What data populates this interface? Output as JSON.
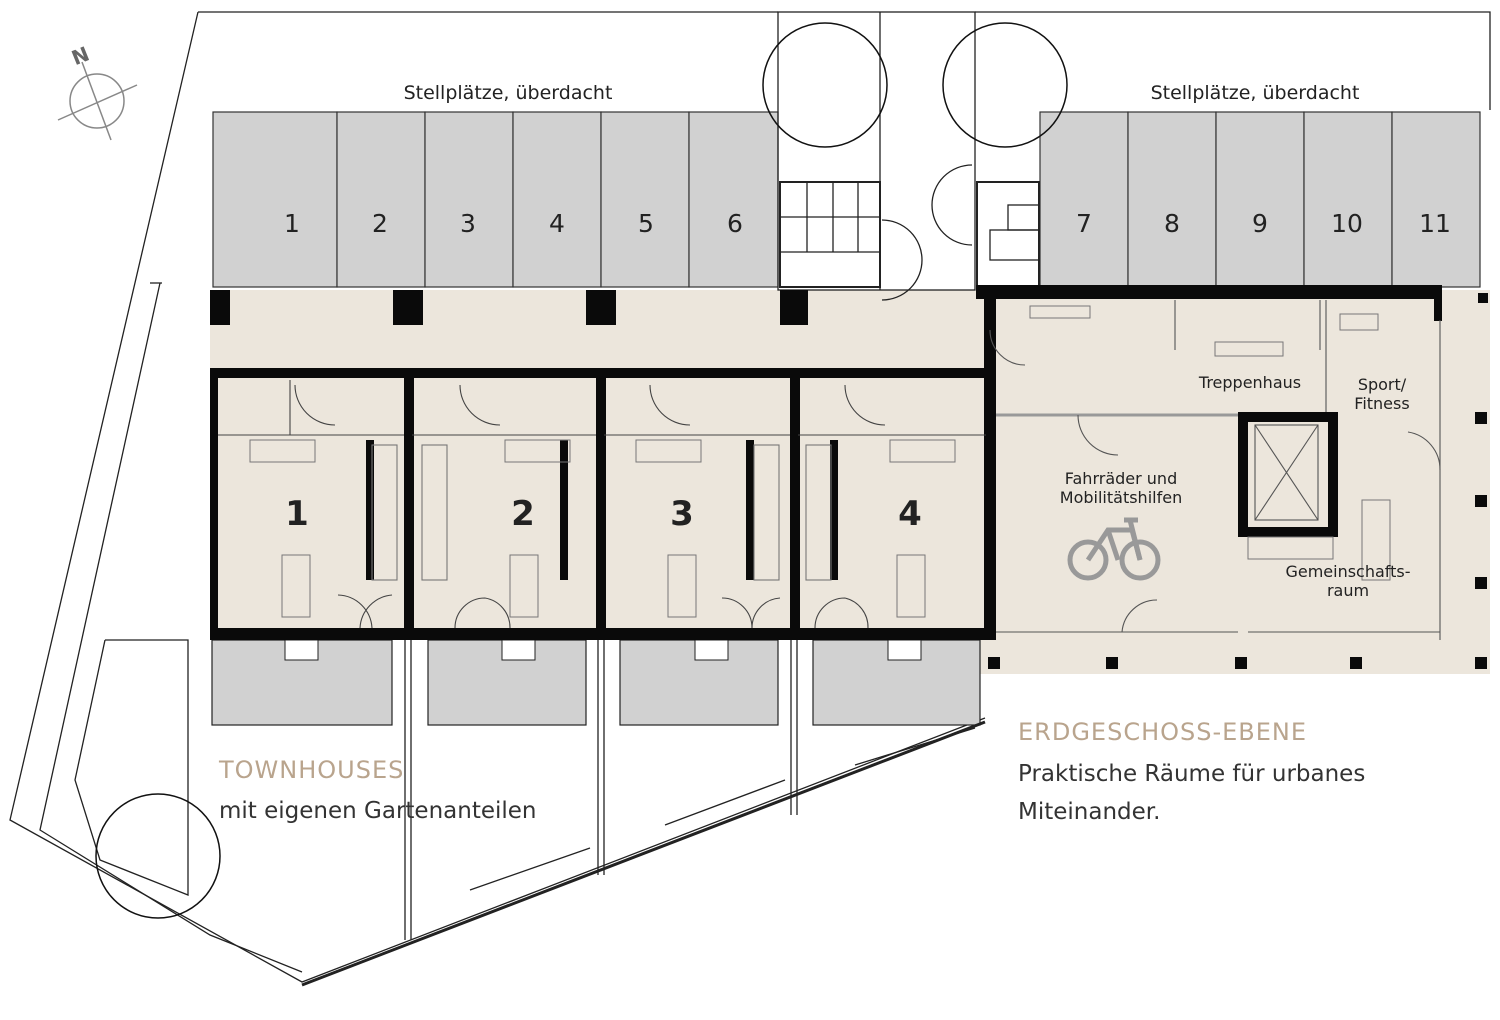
{
  "north_label": "N",
  "parking_header_left": "Stellplätze, überdacht",
  "parking_header_right": "Stellplätze, überdacht",
  "parking_numbers": [
    "1",
    "2",
    "3",
    "4",
    "5",
    "6",
    "7",
    "8",
    "9",
    "10",
    "11"
  ],
  "townhouse_numbers": [
    "1",
    "2",
    "3",
    "4"
  ],
  "rooms": {
    "treppenhaus": "Treppenhaus",
    "sport_line1": "Sport/",
    "sport_line2": "Fitness",
    "bike_line1": "Fahrräder und",
    "bike_line2": "Mobilitätshilfen",
    "gemein_line1": "Gemeinschafts-",
    "gemein_line2": "raum"
  },
  "captions": {
    "townhouses_title": "TOWNHOUSES",
    "townhouses_text": "mit eigenen Gartenanteilen",
    "ground_title": "ERDGESCHOSS-EBENE",
    "ground_text_line1": "Praktische Räume für urbanes",
    "ground_text_line2": "Miteinander."
  },
  "colors": {
    "floor": "#ece6dc",
    "parking": "#d1d1d1",
    "wall": "#0a0a0a",
    "caption_title": "#b9a48d"
  }
}
